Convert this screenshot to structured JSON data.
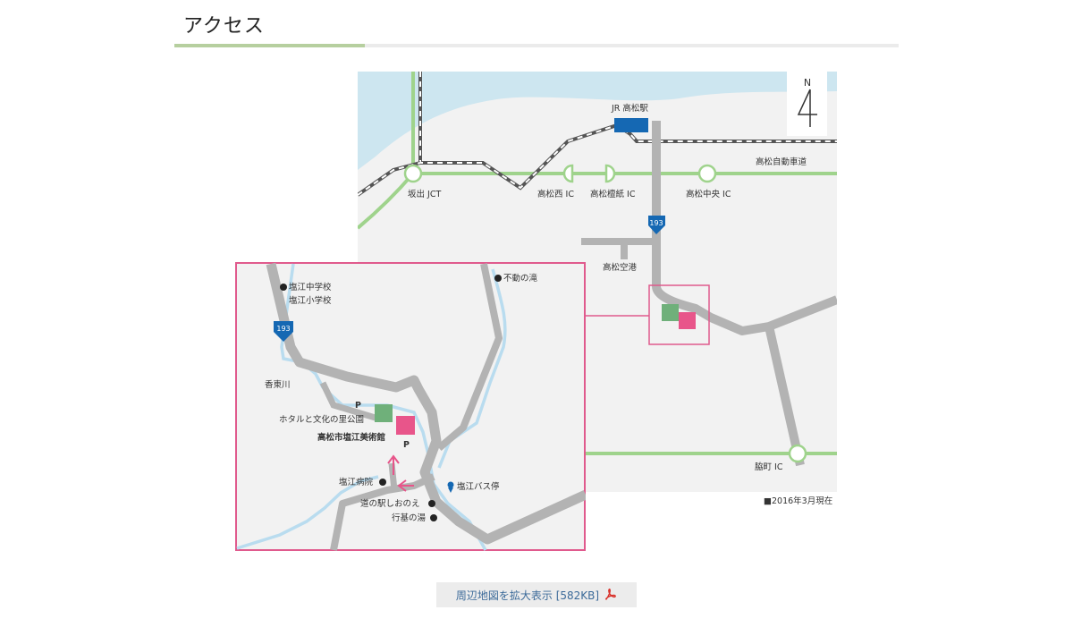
{
  "section": {
    "title": "アクセス"
  },
  "main_map": {
    "compass_label": "N",
    "stations": [
      {
        "name": "JR 高松駅"
      }
    ],
    "interchanges": [
      {
        "name": "坂出 JCT"
      },
      {
        "name": "高松西 IC"
      },
      {
        "name": "高松檀紙 IC"
      },
      {
        "name": "高松中央 IC"
      },
      {
        "name": "脇町 IC"
      }
    ],
    "expressway_label": "高松自動車道",
    "airport_label": "高松空港",
    "route_number": "193",
    "note": "■2016年3月現在"
  },
  "inset_map": {
    "route_number": "193",
    "labels": {
      "school_junior_high": "塩江中学校",
      "school_elementary": "塩江小学校",
      "waterfall": "不動の滝",
      "river": "香東川",
      "park": "ホタルと文化の里公園",
      "museum": "高松市塩江美術館",
      "hospital": "塩江病院",
      "bus_stop": "塩江バス停",
      "road_station": "道の駅しおのえ",
      "onsen": "行基の湯",
      "parking_1": "P",
      "parking_2": "P"
    }
  },
  "download": {
    "label": "周辺地図を拡大表示 [582KB]",
    "icon": "pdf-icon"
  },
  "colors": {
    "sea": "#cde6f0",
    "land": "#f2f2f2",
    "road": "#b3b3b3",
    "expressway": "#9fd38c",
    "station": "#1568b3",
    "museum": "#e8558a",
    "park": "#6fb07a",
    "inset_border": "#e05a8d",
    "accent_rule": "#b6cf9f"
  }
}
